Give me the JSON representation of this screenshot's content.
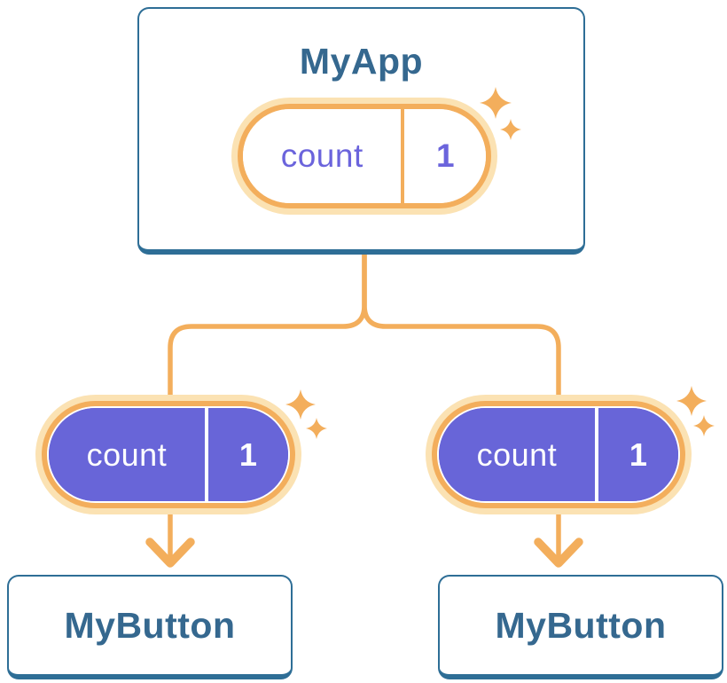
{
  "colors": {
    "card_border_blue": "#2E6E96",
    "label_blue": "#35688F",
    "accent_orange": "#F3AE5C",
    "pale_orange": "#FBE2B3",
    "state_purple": "#6865D8",
    "state_text_purple": "#6B64DC",
    "surface_white": "#FFFFFF"
  },
  "icons": [
    {
      "name": "sparkle-icon",
      "meaning": "state-updated sparkle, four-point star"
    }
  ],
  "tree": {
    "root": {
      "label": "MyApp",
      "state": {
        "name": "count",
        "value": "1"
      }
    },
    "children": [
      {
        "label": "MyButton",
        "state": {
          "name": "count",
          "value": "1"
        }
      },
      {
        "label": "MyButton",
        "state": {
          "name": "count",
          "value": "1"
        }
      }
    ]
  }
}
